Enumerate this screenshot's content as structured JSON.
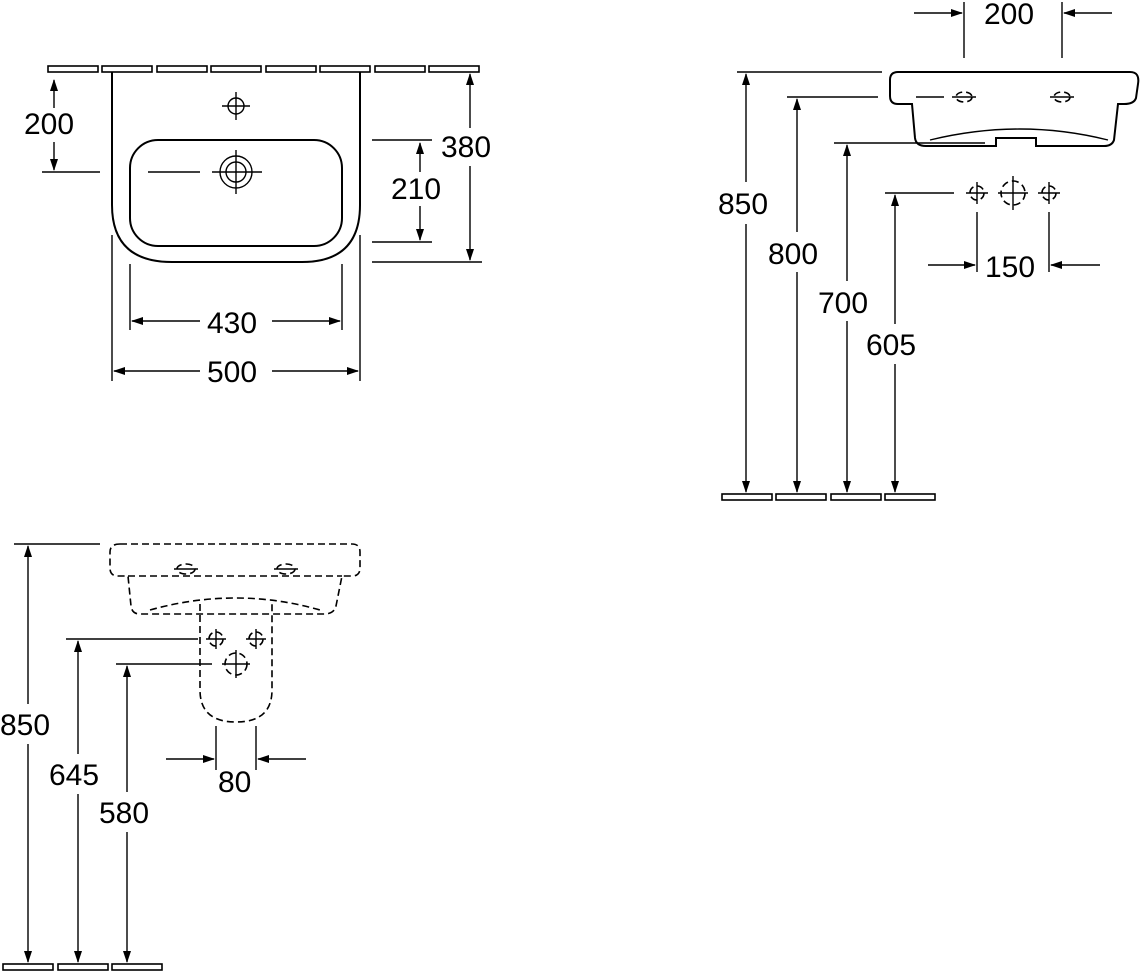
{
  "drawing": {
    "top_view": {
      "height_200": "200",
      "depth_380": "380",
      "bowl_depth_210": "210",
      "bowl_width_430": "430",
      "width_500": "500"
    },
    "side_view": {
      "tap_spacing_200": "200",
      "height_850": "850",
      "height_800": "800",
      "height_700": "700",
      "height_605": "605",
      "pipe_spacing_150": "150"
    },
    "front_view": {
      "height_850": "850",
      "height_645": "645",
      "height_580": "580",
      "pipe_spacing_80": "80"
    }
  }
}
